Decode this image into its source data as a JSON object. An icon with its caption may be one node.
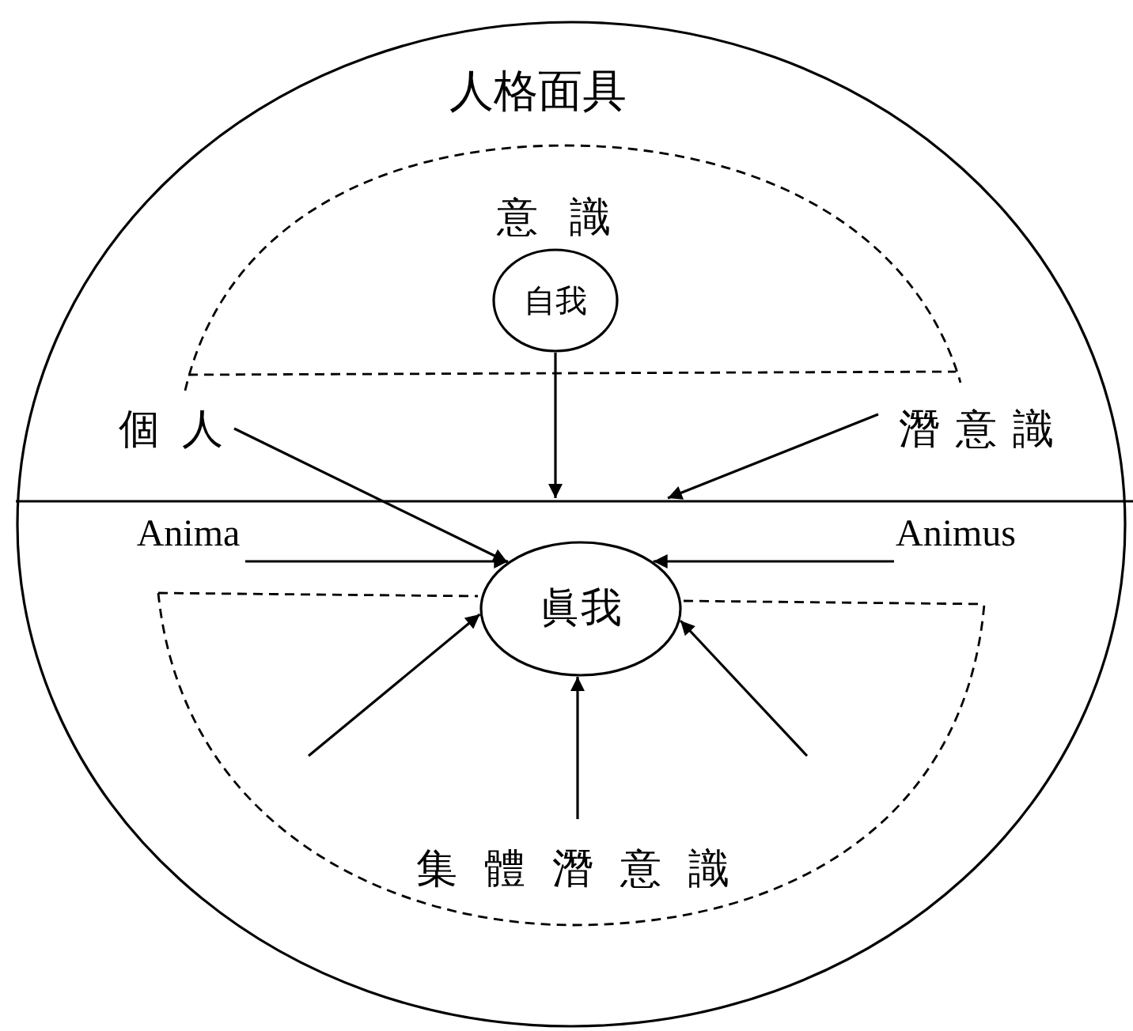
{
  "diagram": {
    "nodes": [
      {
        "text": [
          "人格面具"
        ]
      },
      {
        "text": [
          "意識"
        ],
        "in": 0
      },
      {
        "text": [
          "自我"
        ],
        "in": 1
      },
      {
        "text": [
          "個人"
        ],
        "in": 0
      },
      {
        "text": [
          "潛意識"
        ],
        "in": 0
      },
      {
        "text": [
          "Anima"
        ],
        "in": 0
      },
      {
        "text": [
          "Animus"
        ],
        "in": 0
      },
      {
        "text": [
          "眞我"
        ],
        "in": 0
      },
      {
        "text": [
          "集體潛意識"
        ],
        "in": 0
      }
    ],
    "edges": [
      {
        "from": 2,
        "to": null,
        "arrow": "to"
      },
      {
        "from": 4,
        "to": null,
        "arrow": "to"
      },
      {
        "from": 3,
        "to": 7,
        "arrow": "to"
      },
      {
        "from": 5,
        "to": 7,
        "arrow": "to"
      },
      {
        "from": 6,
        "to": 7,
        "arrow": "to"
      },
      {
        "from": 8,
        "to": 7,
        "arrow": "to"
      },
      {
        "from": 8,
        "to": 7,
        "arrow": "to"
      },
      {
        "from": 8,
        "to": 7,
        "arrow": "to"
      }
    ]
  }
}
